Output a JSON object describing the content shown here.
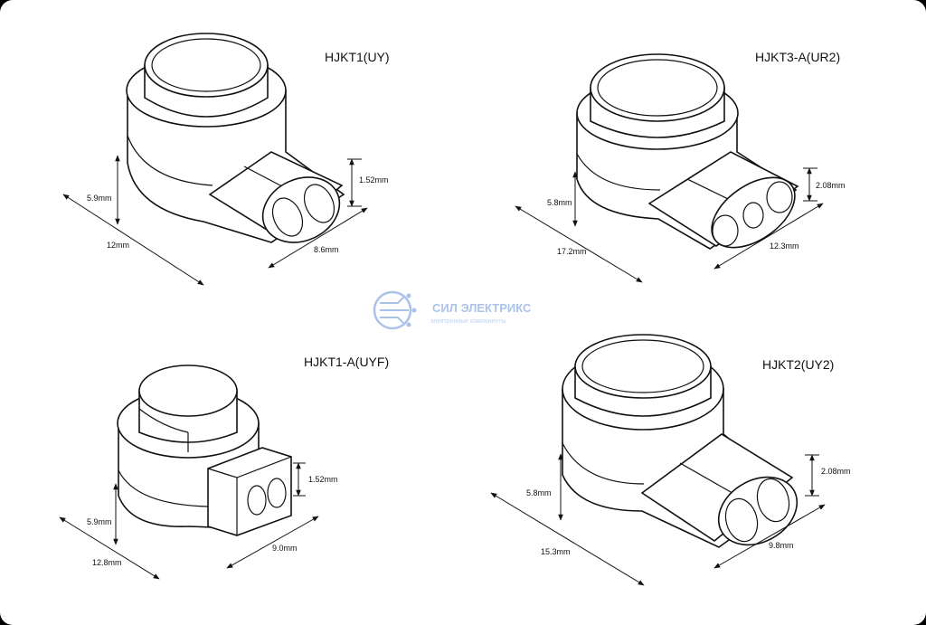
{
  "connectors": [
    {
      "title": "HJKT1(UY)",
      "height": "5.9mm",
      "length": "12mm",
      "width": "8.6mm",
      "hole": "1.52mm"
    },
    {
      "title": "HJKT3-A(UR2)",
      "height": "5.8mm",
      "length": "17.2mm",
      "width": "12.3mm",
      "hole": "2.08mm"
    },
    {
      "title": "HJKT1-A(UYF)",
      "height": "5.9mm",
      "length": "12.8mm",
      "width": "9.0mm",
      "hole": "1.52mm"
    },
    {
      "title": "HJKT2(UY2)",
      "height": "5.8mm",
      "length": "15.3mm",
      "width": "9.8mm",
      "hole": "2.08mm"
    }
  ],
  "watermark": {
    "name": "СИЛ ЭЛЕКТРИКС",
    "tagline": "электронные компоненты",
    "color": "#9db8e6"
  }
}
